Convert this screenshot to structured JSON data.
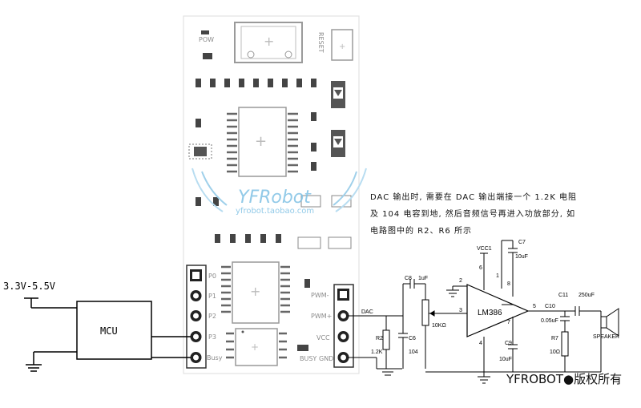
{
  "note": {
    "line1": "DAC 输出时, 需要在 DAC 输出端接一个 1.2K 电阻",
    "line2": "及 104 电容到地, 然后音频信号再进入功放部分, 如",
    "line3": "电路图中的 R2、R6 所示"
  },
  "pcb": {
    "pow": "POW",
    "reset": "RESET",
    "left_pins": [
      "P0",
      "P1",
      "P2",
      "P3",
      "Busy"
    ],
    "right_pins": [
      "PWM-",
      "PWM+",
      "VCC",
      "GND"
    ],
    "busy": "BUSY",
    "watermark": "YFRobot",
    "watermark_url": "yfrobot.taobao.com"
  },
  "mcu": {
    "supply": "3.3V-5.5V",
    "label": "MCU"
  },
  "schematic": {
    "dac": "DAC",
    "c8": "C8",
    "c8_val": "1uF",
    "r2": "R2",
    "r2_val": "1.2K",
    "c6": "C6",
    "c6_val": "104",
    "pot": "10KΩ",
    "amp": "LM386",
    "vcc1": "VCC1",
    "c7": "C7",
    "c7_val": "10uF",
    "c9": "C9",
    "c9_val": "10uF",
    "c10": "C10",
    "c10_val": "0.05uF",
    "c11": "C11",
    "c11_val": "250uF",
    "r7": "R7",
    "r7_val": "10Ω",
    "speaker": "SPEAKER",
    "pins": [
      "6",
      "2",
      "3",
      "4",
      "1",
      "8",
      "7",
      "5"
    ]
  },
  "copyright": {
    "brand": "YFROBOT",
    "text": "版权所有"
  }
}
